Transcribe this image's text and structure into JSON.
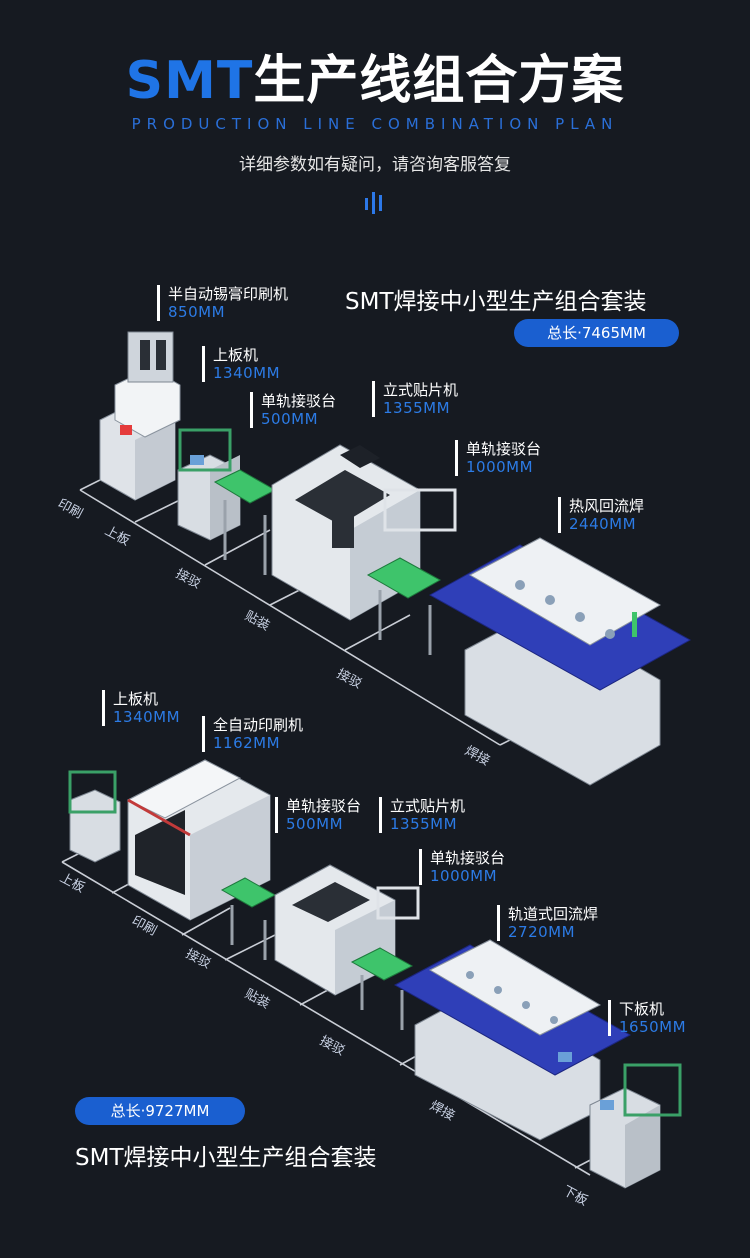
{
  "header": {
    "title_accent": "SMT",
    "title_rest": "生产线组合方案",
    "subtitle": "PRODUCTION LINE COMBINATION PLAN",
    "note": "详细参数如有疑问，请咨询客服答复"
  },
  "set1": {
    "name": "SMT焊接中小型生产组合套装",
    "total": "总长·7465MM",
    "machines": [
      {
        "name": "半自动锡膏印刷机",
        "size": "850MM"
      },
      {
        "name": "上板机",
        "size": "1340MM"
      },
      {
        "name": "单轨接驳台",
        "size": "500MM"
      },
      {
        "name": "立式贴片机",
        "size": "1355MM"
      },
      {
        "name": "单轨接驳台",
        "size": "1000MM"
      },
      {
        "name": "热风回流焊",
        "size": "2440MM"
      }
    ],
    "ground": [
      "印刷",
      "上板",
      "接驳",
      "贴装",
      "接驳",
      "焊接"
    ]
  },
  "set2": {
    "name": "SMT焊接中小型生产组合套装",
    "total": "总长·9727MM",
    "machines": [
      {
        "name": "上板机",
        "size": "1340MM"
      },
      {
        "name": "全自动印刷机",
        "size": "1162MM"
      },
      {
        "name": "单轨接驳台",
        "size": "500MM"
      },
      {
        "name": "立式贴片机",
        "size": "1355MM"
      },
      {
        "name": "单轨接驳台",
        "size": "1000MM"
      },
      {
        "name": "轨道式回流焊",
        "size": "2720MM"
      },
      {
        "name": "下板机",
        "size": "1650MM"
      }
    ],
    "ground": [
      "上板",
      "印刷",
      "接驳",
      "贴装",
      "接驳",
      "焊接",
      "下板"
    ]
  },
  "colors": {
    "accent": "#1f74e6",
    "background": "#161a21",
    "conveyor_green": "#3ec46b",
    "oven_blue": "#2f3fb8"
  }
}
